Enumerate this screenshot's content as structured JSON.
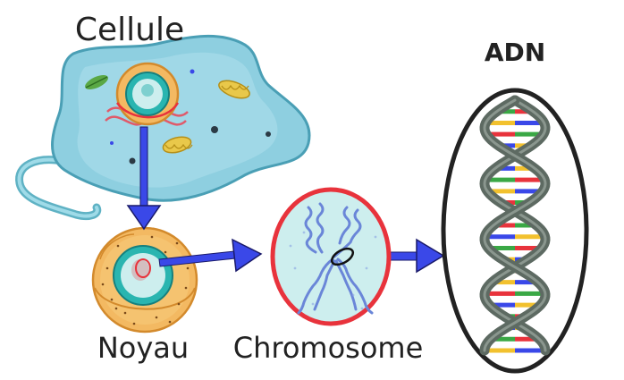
{
  "labels": {
    "cell": "Cellule",
    "nucleus": "Noyau",
    "chromosome": "Chromosome",
    "dna": "ADN"
  },
  "colors": {
    "arrow": "#3a48e8",
    "arrow_outline": "#1a1a6a",
    "cell_body": "#8ecfe0",
    "cell_outline": "#4a9fb5",
    "nucleus_outer": "#f3b962",
    "nucleus_inner": "#2ab5b0",
    "chromosome_ring": "#e8333c",
    "chromosome_fill": "#cdeeee",
    "dna_backbone": "#5d6a62",
    "dna_oval": "#222222",
    "base_colors": [
      "#f2c12e",
      "#e8333c",
      "#3a48e8",
      "#3aa845"
    ]
  },
  "icons": {
    "cell": "cell-illustration-icon",
    "nucleus": "nucleus-illustration-icon",
    "chromosome": "chromosome-illustration-icon",
    "dna": "dna-double-helix-icon"
  }
}
